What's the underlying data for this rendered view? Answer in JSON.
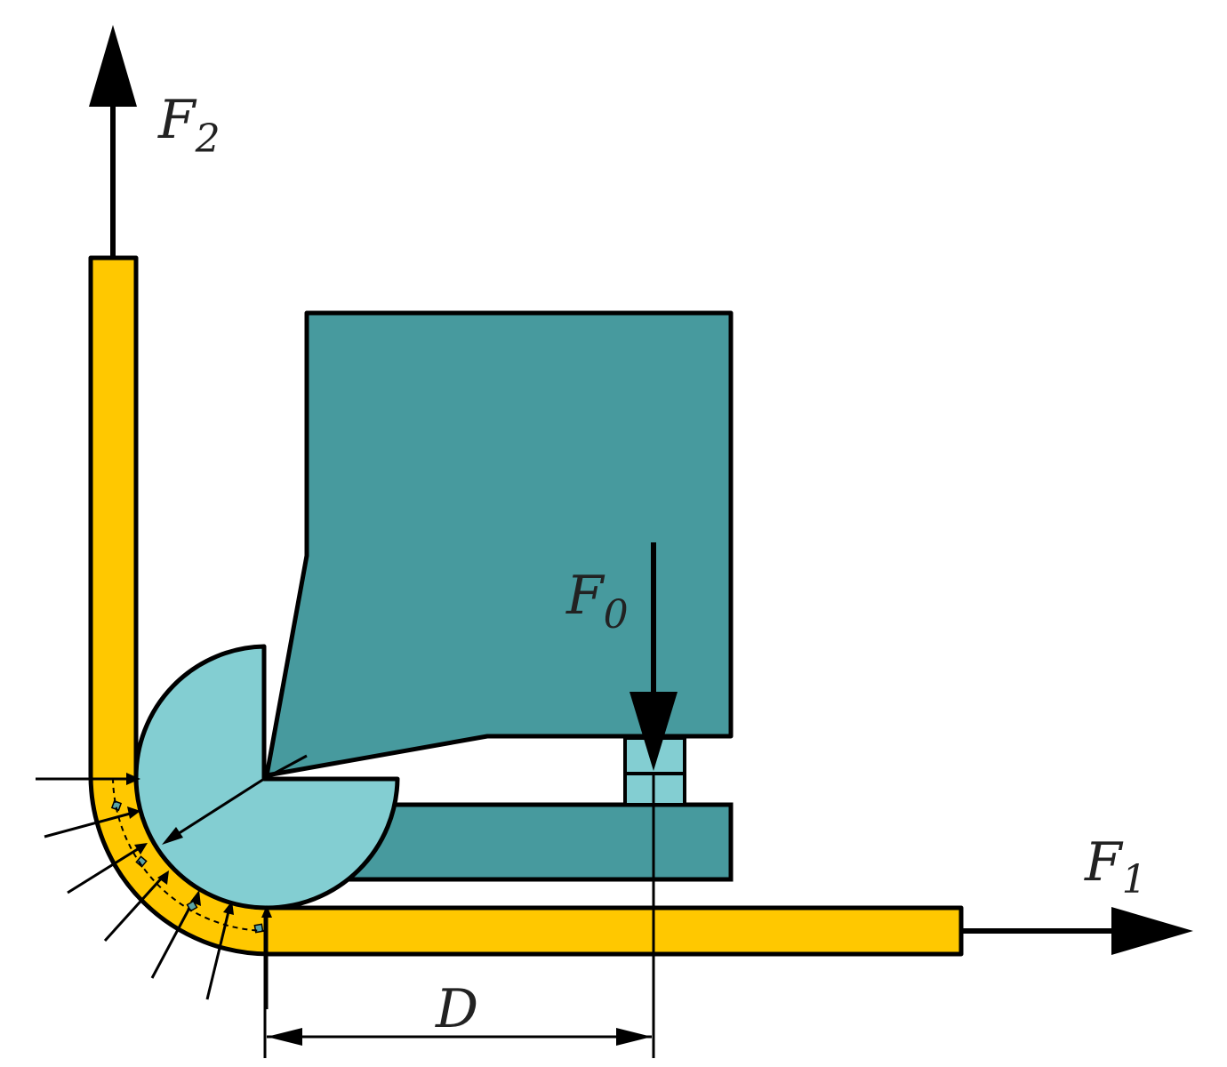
{
  "labels": {
    "f2": {
      "base": "F",
      "sub": "2"
    },
    "f0": {
      "base": "F",
      "sub": "0"
    },
    "f1": {
      "base": "F",
      "sub": "1"
    },
    "d": "D"
  },
  "colors": {
    "strip": "#FFC800",
    "block": "#479A9E",
    "roller": "#83CED2",
    "outline": "#000000",
    "text": "#222222"
  }
}
